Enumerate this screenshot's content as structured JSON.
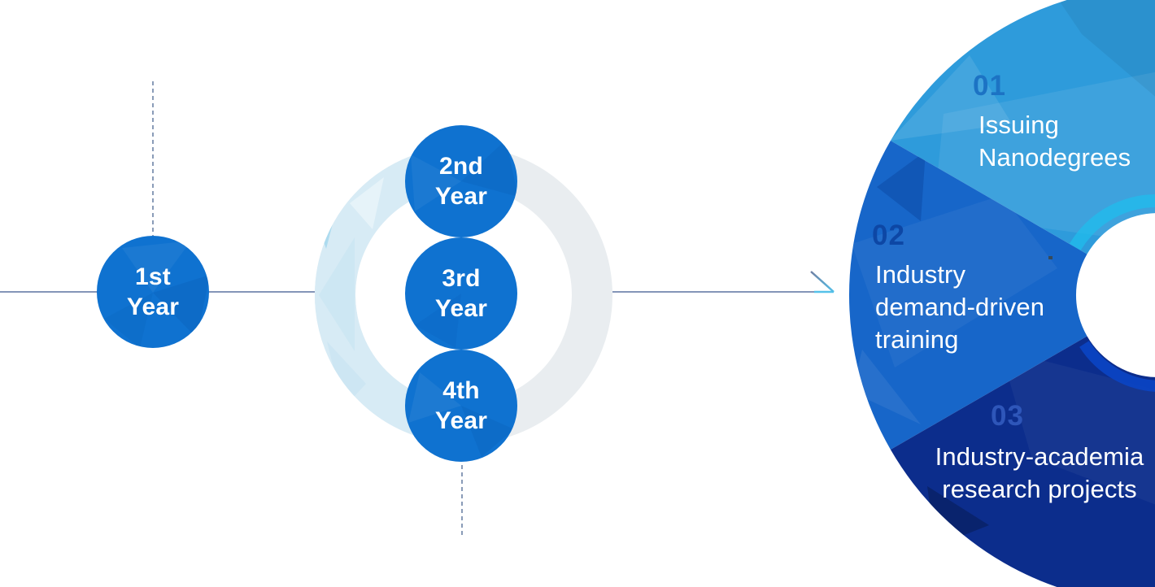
{
  "timeline": {
    "year_1": {
      "label": "1st\nYear"
    },
    "year_2": {
      "label": "2nd\nYear"
    },
    "year_3": {
      "label": "3rd\nYear"
    },
    "year_4": {
      "label": "4th\nYear"
    }
  },
  "phases": [
    {
      "number": "01",
      "label": "Issuing\nNanodegrees"
    },
    {
      "number": "02",
      "label": "Industry\ndemand-driven\ntraining"
    },
    {
      "number": "03",
      "label": "Industry-academia\nresearch projects"
    }
  ],
  "colors": {
    "year_circle_blue": "#0F72D0",
    "phase1_blue": "#2E9BDB",
    "phase2_blue": "#1766C9",
    "phase3_navy": "#0C2D8C",
    "connector_gray_blue": "#8495B8",
    "arrow_cyan": "#55C1E9",
    "ring_gray": "#E9EDF0",
    "ring_pale_blue": "#D7EBF5"
  }
}
